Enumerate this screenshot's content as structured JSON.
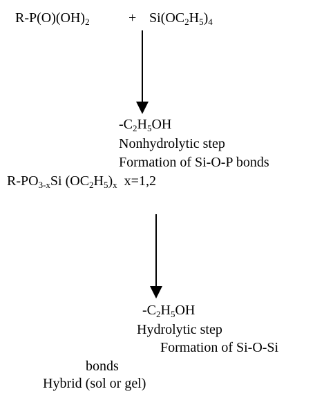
{
  "reaction": {
    "reactant1": {
      "a": "R-P(O)(OH)",
      "b": "2"
    },
    "plus": "+",
    "reactant2": {
      "a": "Si(OC",
      "b": "2",
      "c": "H",
      "d": "5",
      "e": ")",
      "f": "4"
    },
    "step1": {
      "byproduct": {
        "a": "-C",
        "b": "2",
        "c": "H",
        "d": "5",
        "e": "OH"
      },
      "name": "Nonhydrolytic step",
      "result": "Formation of Si-O-P bonds"
    },
    "intermediate": {
      "a": "R-PO",
      "b": "3-x",
      "c": "Si (OC",
      "d": "2",
      "e": "H",
      "f": "5",
      "g": ")",
      "h": "x",
      "cond": "x=1,2"
    },
    "step2": {
      "byproduct": {
        "a": "-C",
        "b": "2",
        "c": "H",
        "d": "5",
        "e": "OH"
      },
      "name": "Hydrolytic step",
      "result_line1": "Formation of Si-O-Si",
      "result_line2": "bonds"
    },
    "product": "Hybrid (sol or gel)"
  }
}
